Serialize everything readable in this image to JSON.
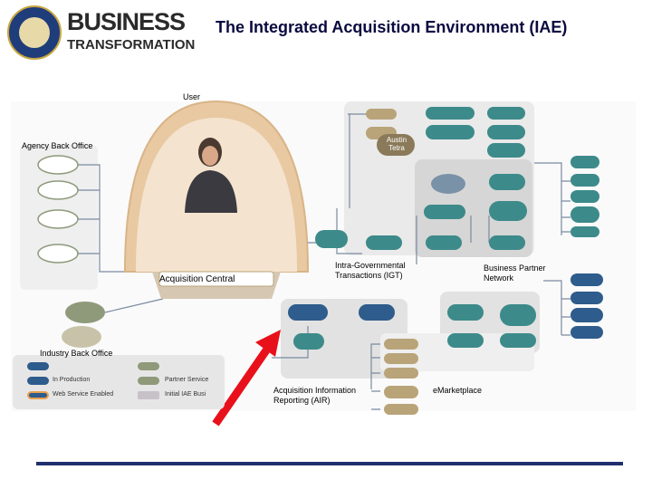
{
  "header": {
    "logo_line1": "BUSINESS",
    "logo_line2": "TRANSFORMATION",
    "title": "The Integrated Acquisition Environment (IAE)"
  },
  "labels": {
    "user": "User",
    "agency_back_office": "Agency Back Office",
    "austin_tetra": "Austin Tetra",
    "acquisition_central": "Acquisition Central",
    "igt": "Intra-Governmental Transactions (IGT)",
    "business_partner_network": "Business Partner Network",
    "industry_back_office": "Industry Back Office",
    "air": "Acquisition Information Reporting (AIR)",
    "emarketplace": "eMarketplace"
  },
  "legend": {
    "in_production": "In Production",
    "web_service_enabled": "Web Service Enabled",
    "partner_service": "Partner Service",
    "initial_iae": "Initial IAE Busi"
  },
  "colors": {
    "title": "#0a0a40",
    "arrow": "#e8101a",
    "teal": "#3d8a8a",
    "dark_blue": "#2e5c8c",
    "bottom_bar": "#1f2f6e"
  }
}
